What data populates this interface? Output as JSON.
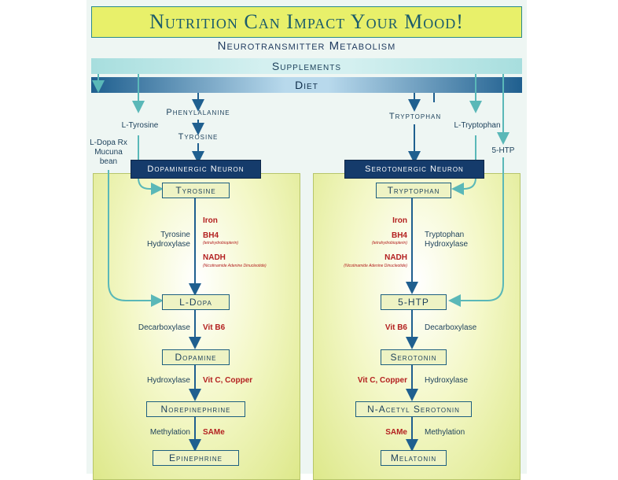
{
  "title": "Nutrition Can Impact Your Mood!",
  "subtitle": "Neurotransmitter Metabolism",
  "bands": {
    "supplements": "Supplements",
    "diet": "Diet"
  },
  "inputs": {
    "phenylalanine": "Phenylalanine",
    "tyrosine_diet": "Tyrosine",
    "tryptophan_diet": "Tryptophan",
    "l_tyrosine": "L-Tyrosine",
    "l_dopa_rx": "L-Dopa Rx",
    "mucuna": "Mucuna",
    "bean": "bean",
    "l_tryptophan": "L-Tryptophan",
    "five_htp_supp": "5-HTP"
  },
  "dopaminergic": {
    "header": "Dopaminergic Neuron",
    "nodes": [
      "Tyrosine",
      "L-Dopa",
      "Dopamine",
      "Norepinephrine",
      "Epinephrine"
    ],
    "enzymes": [
      "Tyrosine",
      "Hydroxylase",
      "Decarboxylase",
      "Hydroxylase",
      "Methylation"
    ],
    "cofactors": {
      "iron": "Iron",
      "bh4": "BH4",
      "bh4_sub": "(tetrahydrobiopterin)",
      "nadh": "NADH",
      "nadh_sub": "(Nicotinamide Adenine Dinucleotide)",
      "b6": "Vit B6",
      "vitc": "Vit C, Copper",
      "same": "SAMe"
    }
  },
  "serotonergic": {
    "header": "Serotonergic Neuron",
    "nodes": [
      "Tryptophan",
      "5-HTP",
      "Serotonin",
      "N-Acetyl Serotonin",
      "Melatonin"
    ],
    "enzymes": [
      "Tryptophan",
      "Hydroxylase",
      "Decarboxylase",
      "Hydroxylase",
      "Methylation"
    ],
    "cofactors": {
      "iron": "Iron",
      "bh4": "BH4",
      "bh4_sub": "(tetrahydrobiopterin)",
      "nadh": "NADH",
      "nadh_sub": "(Nicotinamide Adenine Dinucleotide)",
      "b6": "Vit B6",
      "vitc": "Vit C, Copper",
      "same": "SAMe"
    }
  },
  "colors": {
    "main_arrow": "#1f5f8f",
    "supp_arrow": "#5ab8b8",
    "cofactor": "#b32020"
  }
}
